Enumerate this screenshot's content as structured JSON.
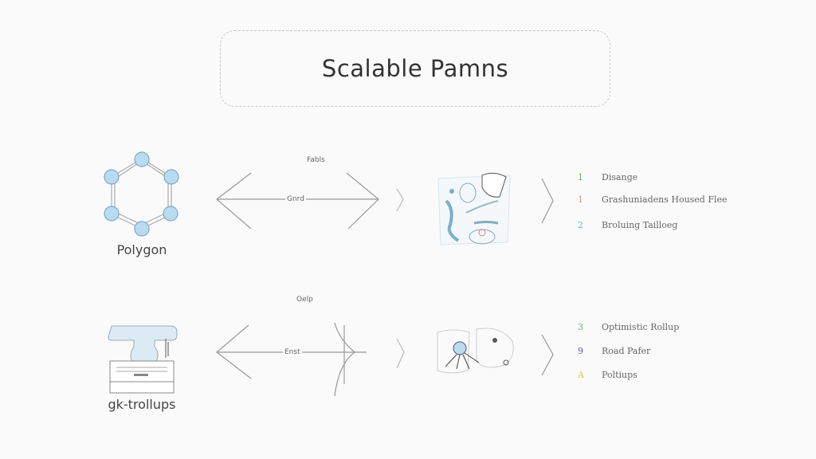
{
  "title": "Scalable Pamns",
  "rows": [
    {
      "source": {
        "label": "Polygon",
        "icon": "hexagon-network-icon"
      },
      "connector": {
        "top_label": "Fabls",
        "mid_label": "Gnrd"
      },
      "illustration": "sketch-collage-icon",
      "legend": [
        {
          "num": "1",
          "text": "Disange",
          "color": "#5cb85c"
        },
        {
          "num": "1",
          "text": "Grashuniadens Housed Flee",
          "color": "#e8956a"
        },
        {
          "num": "2",
          "text": "Broluing Tailloeg",
          "color": "#6aaee0"
        }
      ]
    },
    {
      "source": {
        "label": "gk-trollups",
        "icon": "stacked-layer-icon"
      },
      "connector": {
        "top_label": "Oelp",
        "mid_label": "Enst"
      },
      "illustration": "sketch-map-icon",
      "legend": [
        {
          "num": "3",
          "text": "Optimistic Rollup",
          "color": "#5cb85c"
        },
        {
          "num": "9",
          "text": "Road Pafer",
          "color": "#6a4fb0"
        },
        {
          "num": "A",
          "text": "Poltiups",
          "color": "#e8c44a"
        }
      ]
    }
  ],
  "colors": {
    "node_fill": "#b9dbf0",
    "node_stroke": "#7aa9c9",
    "line": "#999999"
  }
}
